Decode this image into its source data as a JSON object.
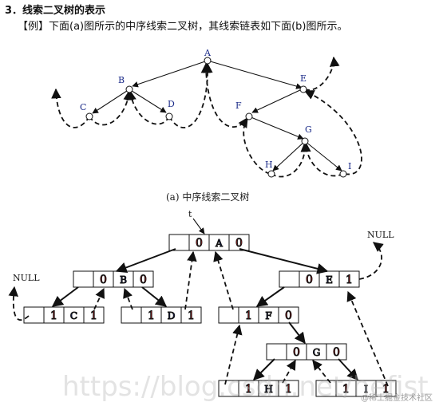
{
  "header": {
    "section_title": "3．线索二叉树的表示",
    "example_text": "【例】下面(a)图所示的中序线索二叉树，其线索链表如下面(b)图所示。"
  },
  "tree_a": {
    "caption": "(a) 中序线索二叉树",
    "labels": {
      "A": "A",
      "B": "B",
      "C": "C",
      "D": "D",
      "E": "E",
      "F": "F",
      "G": "G",
      "H": "H",
      "I": "I"
    }
  },
  "tree_b": {
    "root_pointer": "t",
    "null_left": "NULL",
    "null_right": "NULL",
    "nodes": {
      "A": {
        "ltag": "0",
        "data": "A",
        "rtag": "0"
      },
      "B": {
        "ltag": "0",
        "data": "B",
        "rtag": "0"
      },
      "E": {
        "ltag": "0",
        "data": "E",
        "rtag": "1"
      },
      "C": {
        "ltag": "1",
        "data": "C",
        "rtag": "1"
      },
      "D": {
        "ltag": "1",
        "data": "D",
        "rtag": "1"
      },
      "F": {
        "ltag": "1",
        "data": "F",
        "rtag": "0"
      },
      "G": {
        "ltag": "0",
        "data": "G",
        "rtag": "0"
      },
      "H": {
        "ltag": "1",
        "data": "H",
        "rtag": "1"
      },
      "I": {
        "ltag": "1",
        "data": "I",
        "rtag": "1"
      }
    }
  },
  "watermark": {
    "main": "https://blog.csdn.net/hefist",
    "corner": "@稀土掘金技术社区"
  }
}
